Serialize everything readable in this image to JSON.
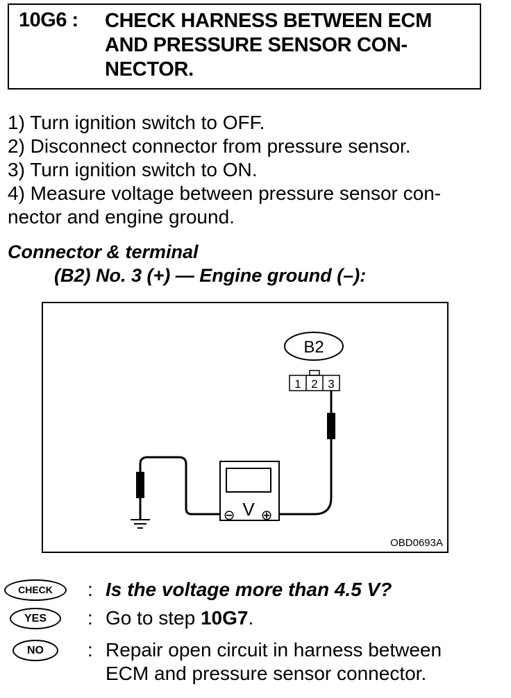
{
  "header": {
    "step_code": "10G6 :",
    "title_lines": [
      "CHECK HARNESS BETWEEN ECM",
      "AND PRESSURE SENSOR CON-",
      "NECTOR."
    ]
  },
  "steps": [
    "1)  Turn ignition switch to OFF.",
    "2)  Disconnect connector from pressure sensor.",
    "3)  Turn ignition switch to ON.",
    "4)  Measure voltage between pressure sensor con-",
    "nector and engine ground."
  ],
  "connector_terminal": {
    "heading": "Connector & terminal",
    "spec": "(B2) No. 3 (+) — Engine ground (–):"
  },
  "figure": {
    "connector_label": "B2",
    "pins": [
      "1",
      "2",
      "3"
    ],
    "meter_symbol": "V",
    "minus_symbol": "⊖",
    "plus_symbol": "⊕",
    "figure_code": "OBD0693A"
  },
  "qa": {
    "check_badge": "CHECK",
    "check_colon": ":",
    "check_text": "Is the voltage more than 4.5 V?",
    "yes_badge": "YES",
    "yes_colon": ":",
    "yes_prefix": "Go to step ",
    "yes_step": "10G7",
    "yes_suffix": ".",
    "no_badge": "NO",
    "no_colon": ":",
    "no_lines": [
      "Repair open circuit in harness between",
      "ECM and pressure sensor connector."
    ]
  }
}
